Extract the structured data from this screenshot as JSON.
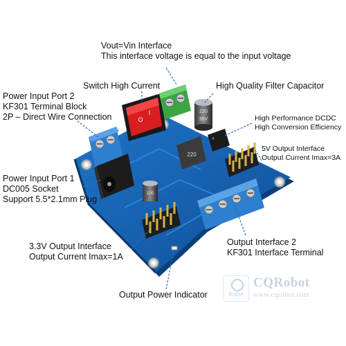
{
  "annotations": {
    "vout_interface": {
      "line1": "Vout=Vin Interface",
      "line2": "This interface voltage is equal to the input voltage"
    },
    "switch": {
      "line1": "Switch High Current"
    },
    "filter_capacitor": {
      "line1": "High Quality Filter Capacitor"
    },
    "power_input_2": {
      "line1": "Power Input Port 2",
      "line2": "KF301 Terminal Block",
      "line3": "2P – Direct Wire Connection"
    },
    "dcdc": {
      "line1": "High Performance DCDC",
      "line2": "High Conversion Efficiency"
    },
    "out_5v": {
      "line1": "5V Output Interface",
      "line2": "Output Current Imax=3A"
    },
    "power_input_1": {
      "line1": "Power Input Port 1",
      "line2": "DC005 Socket",
      "line3": "Support 5.5*2.1mm Plug"
    },
    "out_3v3": {
      "line1": "3.3V Output Interface",
      "line2": "Output Current Imax=1A"
    },
    "output_2": {
      "line1": "Output Interface 2",
      "line2": "KF301 Interface Terminal"
    },
    "indicator": {
      "line1": "Output Power Indicator"
    }
  },
  "component_marks": {
    "capacitor_top": "220",
    "capacitor_bottom": "35V",
    "inductor": "220",
    "small_cap": "100"
  },
  "watermark": {
    "brand": "CQRobot",
    "url": "www.cqrobot.com",
    "logo_text": "Robot"
  },
  "colors": {
    "pcb": "#1565b8",
    "pcb_dark": "#0d4a8c",
    "terminal": "#2d7fcf",
    "terminal_green": "#3aa640",
    "switch_red": "#d81e1e",
    "header_gold": "#d9b24a",
    "callout_line": "#2a6fc9"
  }
}
